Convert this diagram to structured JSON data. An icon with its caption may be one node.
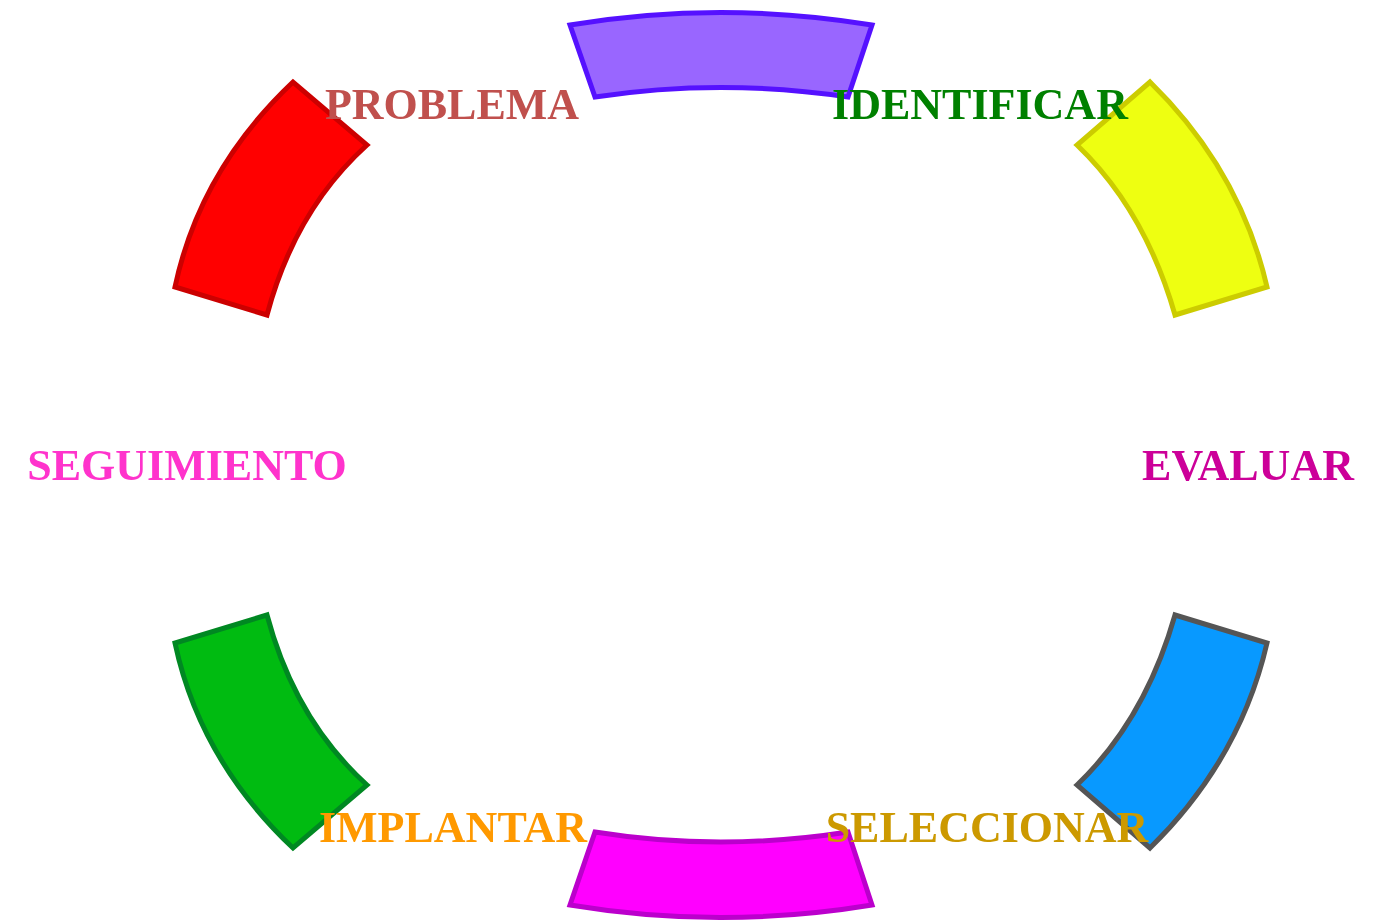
{
  "diagram": {
    "nodes": [
      {
        "text": [],
        "shape": "arc"
      },
      {
        "text": [],
        "shape": "arc"
      },
      {
        "text": [],
        "shape": "arc"
      },
      {
        "text": [],
        "shape": "arc"
      },
      {
        "text": [],
        "shape": "arc"
      },
      {
        "text": [],
        "shape": "arc"
      }
    ],
    "labels": [
      "PROBLEMA",
      "IDENTIFICAR",
      "SEGUIMIENTO",
      "EVALUAR",
      "IMPLANTAR",
      "SELECCIONAR"
    ]
  }
}
